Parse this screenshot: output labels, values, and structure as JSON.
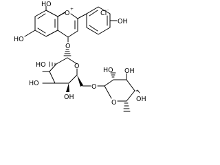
{
  "molecule": {
    "counter_ion": "Cl",
    "counter_ion_charge": "-",
    "ring_charge": "+",
    "atom_labels": {
      "ho_top": "HO",
      "o_ring": "O",
      "oh_phenyl": "OH",
      "ho_a": "HO",
      "o_link": "O",
      "ho_b": "HO",
      "o_glc_ring": "O",
      "ho_c": "HO",
      "oh_c": "OH",
      "o_bridge": "O",
      "o_rha_ring": "O",
      "ho_d": "HO",
      "oh_d": "OH",
      "oh_e": "OH"
    }
  }
}
